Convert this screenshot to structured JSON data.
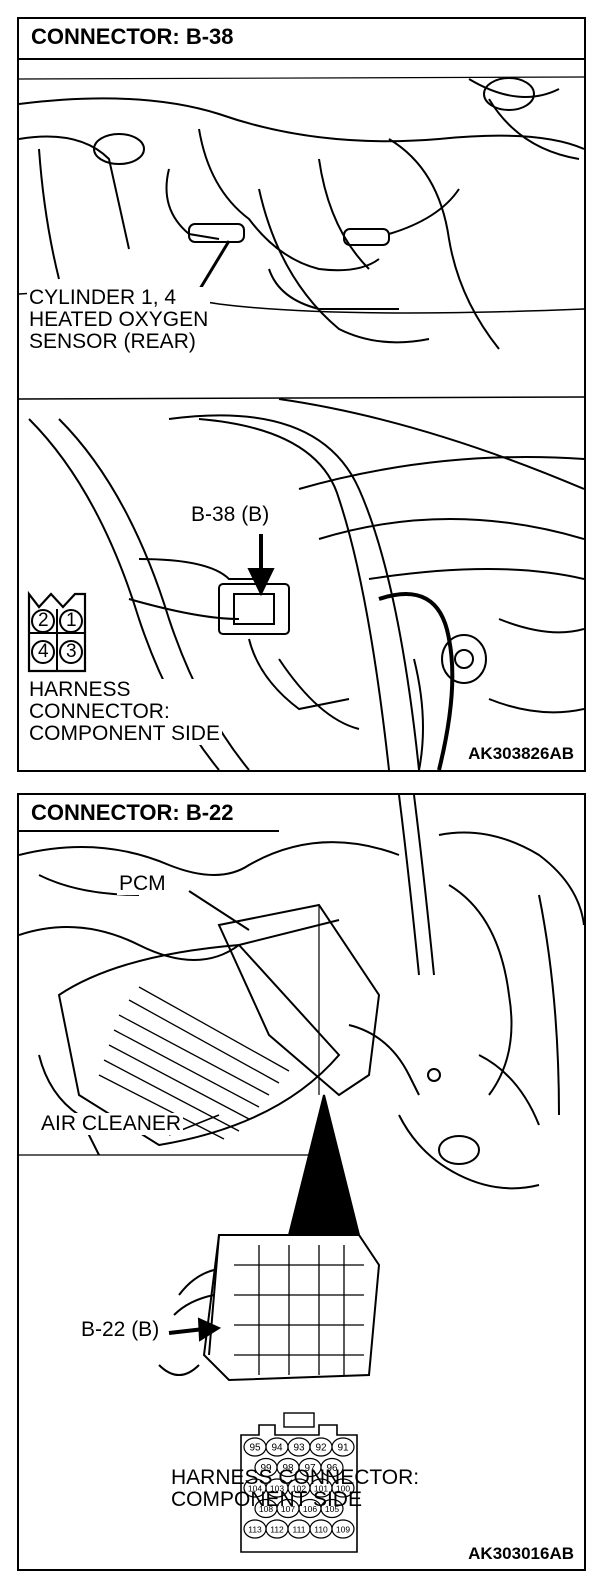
{
  "panels": [
    {
      "title": "CONNECTOR: B-38",
      "sensor_label": [
        "CYLINDER 1, 4",
        "HEATED OXYGEN",
        "SENSOR (REAR)"
      ],
      "connector_callout": "B-38 (B)",
      "pin_numbers": [
        "2",
        "1",
        "4",
        "3"
      ],
      "harness_label": [
        "HARNESS",
        "CONNECTOR:",
        "COMPONENT SIDE"
      ],
      "figure_code": "AK303826AB"
    },
    {
      "title": "CONNECTOR: B-22",
      "pcm_label": "PCM",
      "air_cleaner_label": "AIR CLEANER",
      "connector_callout": "B-22 (B)",
      "pin_rows": [
        [
          "95",
          "94",
          "93",
          "92",
          "91"
        ],
        [
          "99",
          "98",
          "97",
          "96"
        ],
        [
          "104",
          "103",
          "102",
          "101",
          "100"
        ],
        [
          "108",
          "107",
          "106",
          "105"
        ],
        [
          "113",
          "112",
          "111",
          "110",
          "109"
        ]
      ],
      "harness_label": [
        "HARNESS CONNECTOR:",
        "COMPONENT SIDE"
      ],
      "figure_code": "AK303016AB"
    }
  ]
}
